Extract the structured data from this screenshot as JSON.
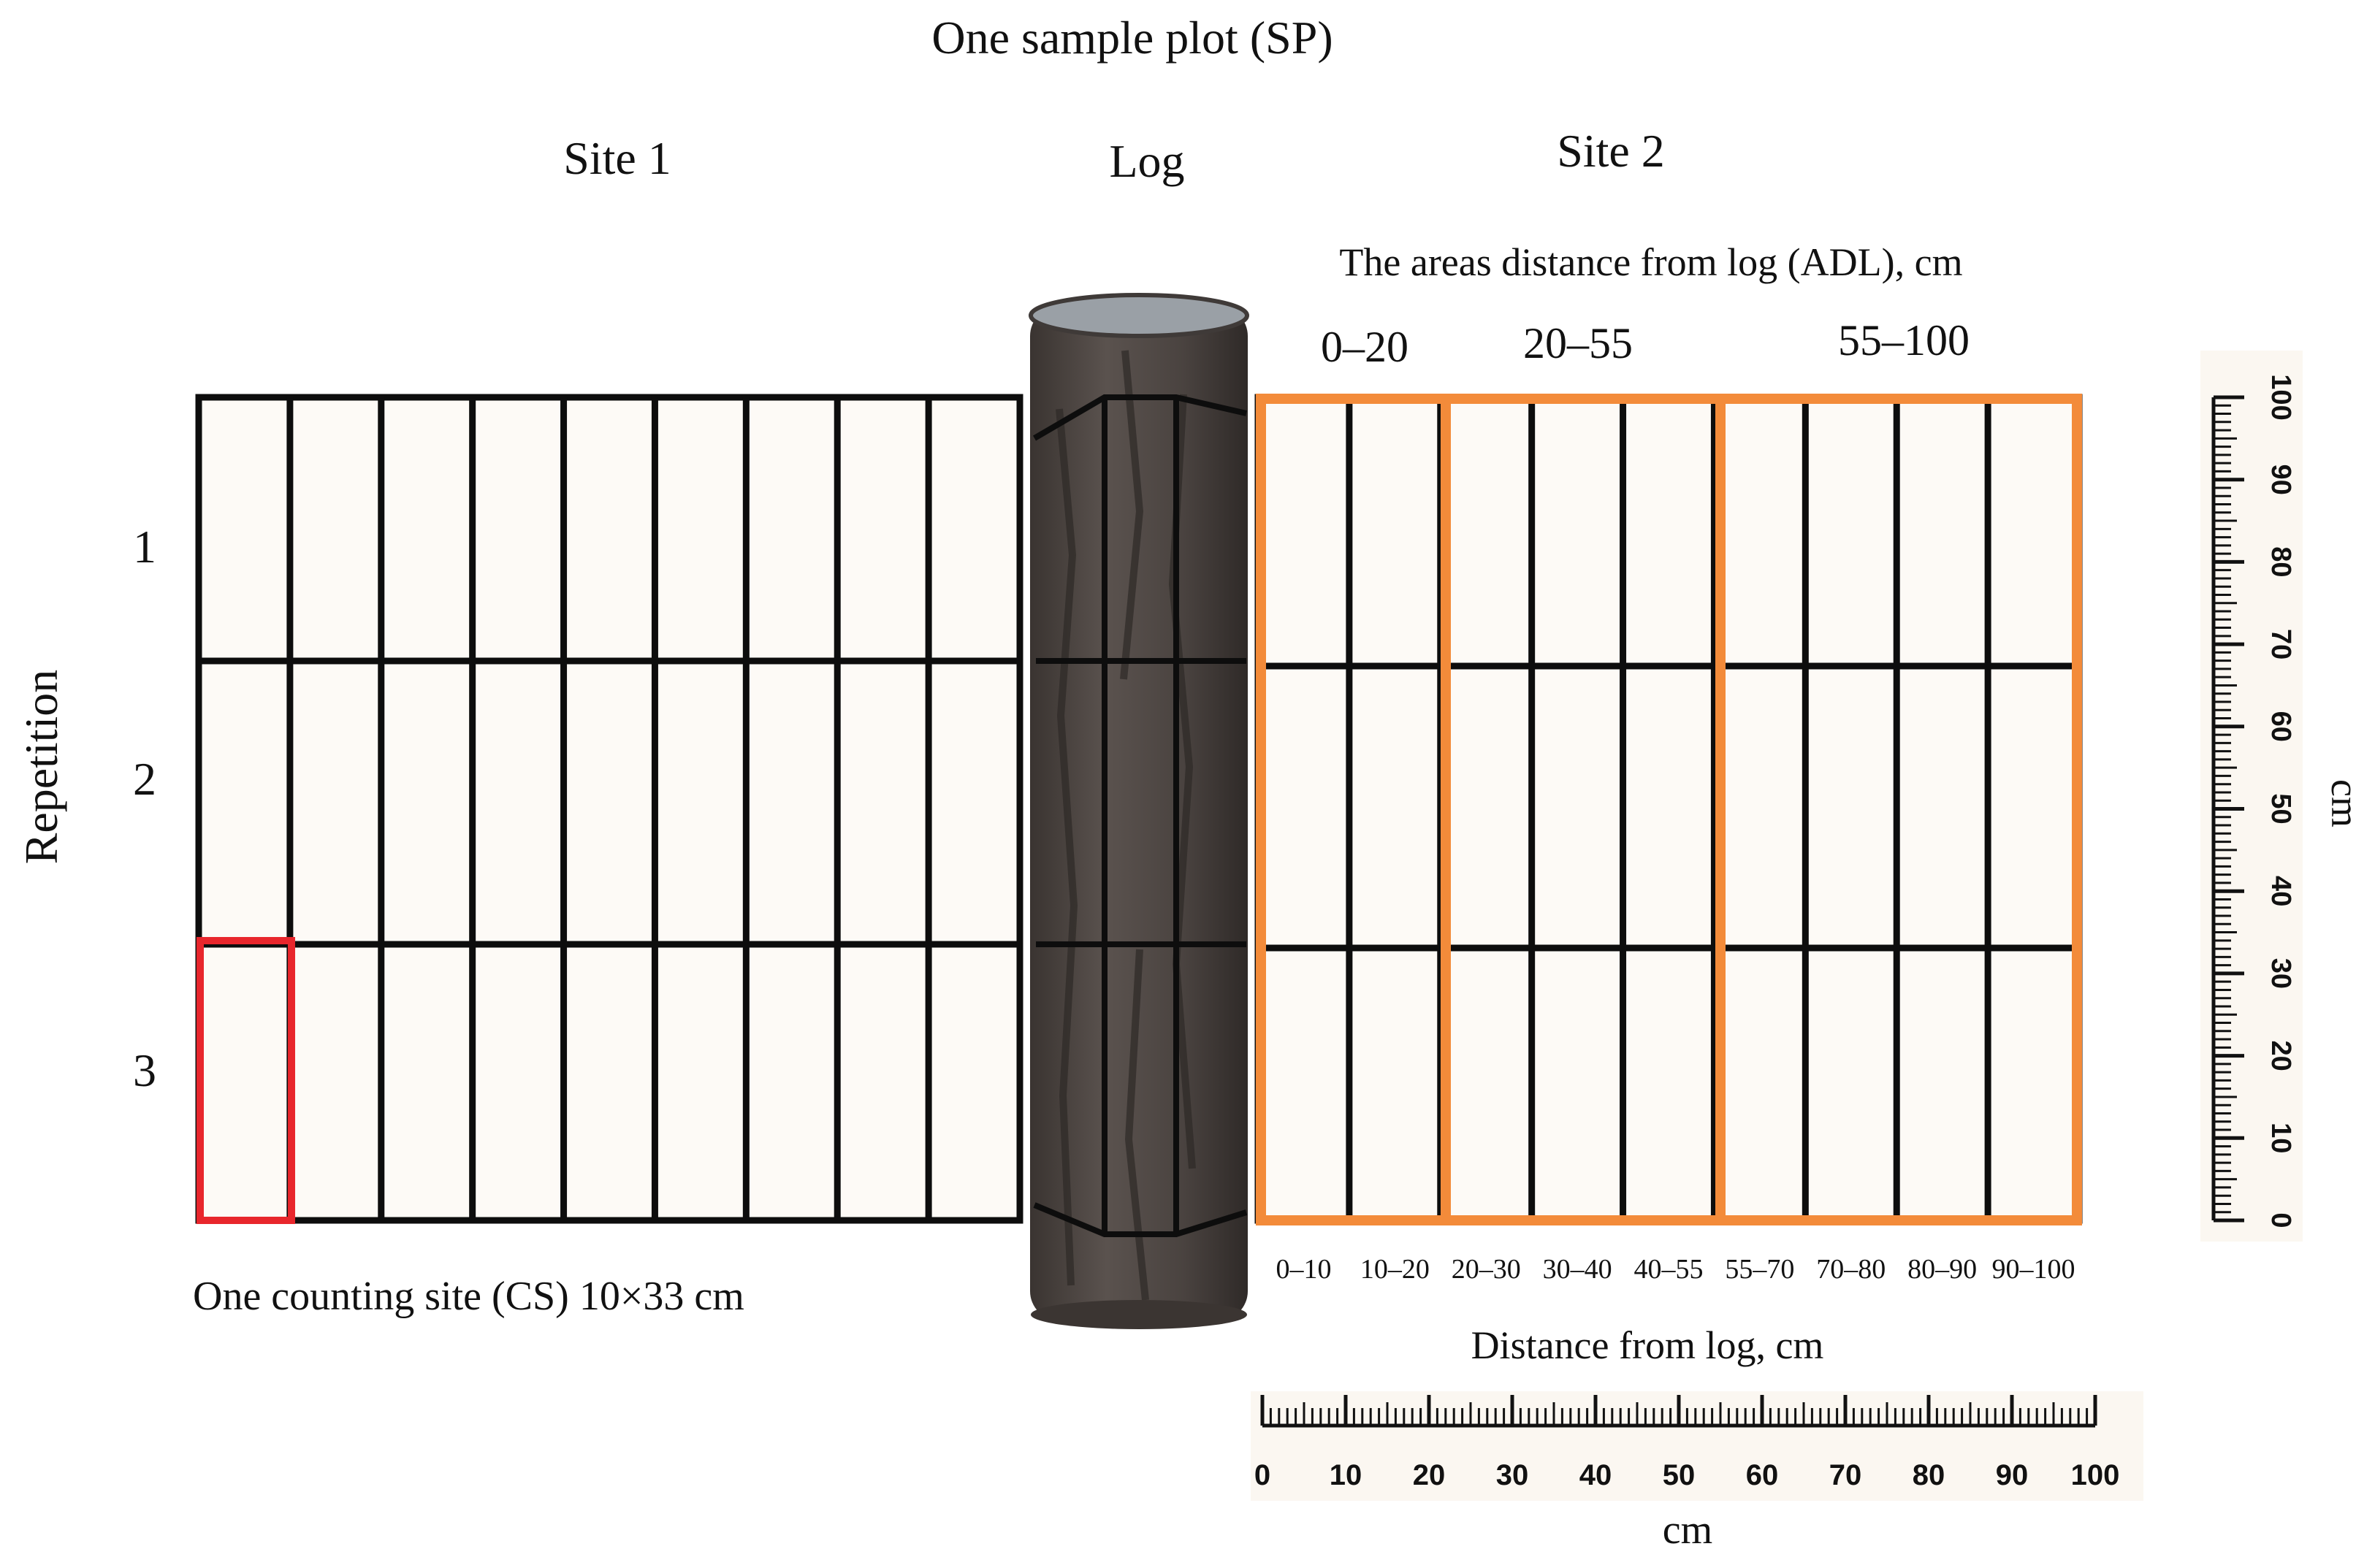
{
  "title": "One sample plot (SP)",
  "site1": {
    "label": "Site 1",
    "columns": 9,
    "rows": 3
  },
  "log": {
    "label": "Log"
  },
  "site2": {
    "label": "Site 2",
    "adl_title": "The areas distance from log (ADL), cm",
    "adl_groups": [
      "0–20",
      "20–55",
      "55–100"
    ],
    "column_labels": [
      "0–10",
      "10–20",
      "20–30",
      "30–40",
      "40–55",
      "55–70",
      "70–80",
      "80–90",
      "90–100"
    ],
    "distance_label": "Distance from log, cm"
  },
  "repetition": {
    "label": "Repetition",
    "rows": [
      "1",
      "2",
      "3"
    ]
  },
  "counting_site_caption": "One counting site (CS) 10×33 cm",
  "ruler_horizontal": {
    "unit": "cm",
    "ticks": [
      "0",
      "10",
      "20",
      "30",
      "40",
      "50",
      "60",
      "70",
      "80",
      "90",
      "100"
    ]
  },
  "ruler_vertical": {
    "unit": "cm",
    "ticks": [
      "0",
      "10",
      "20",
      "30",
      "40",
      "50",
      "60",
      "70",
      "80",
      "90",
      "100"
    ]
  },
  "colors": {
    "grid_line": "#0d0d0d",
    "cell_fill": "#fdfaf6",
    "highlight_cell": "#e8262c",
    "adl_border": "#f38b3a",
    "log_body": "#4e4744",
    "log_shade": "#3b3532",
    "log_top": "#9aa0a6"
  }
}
